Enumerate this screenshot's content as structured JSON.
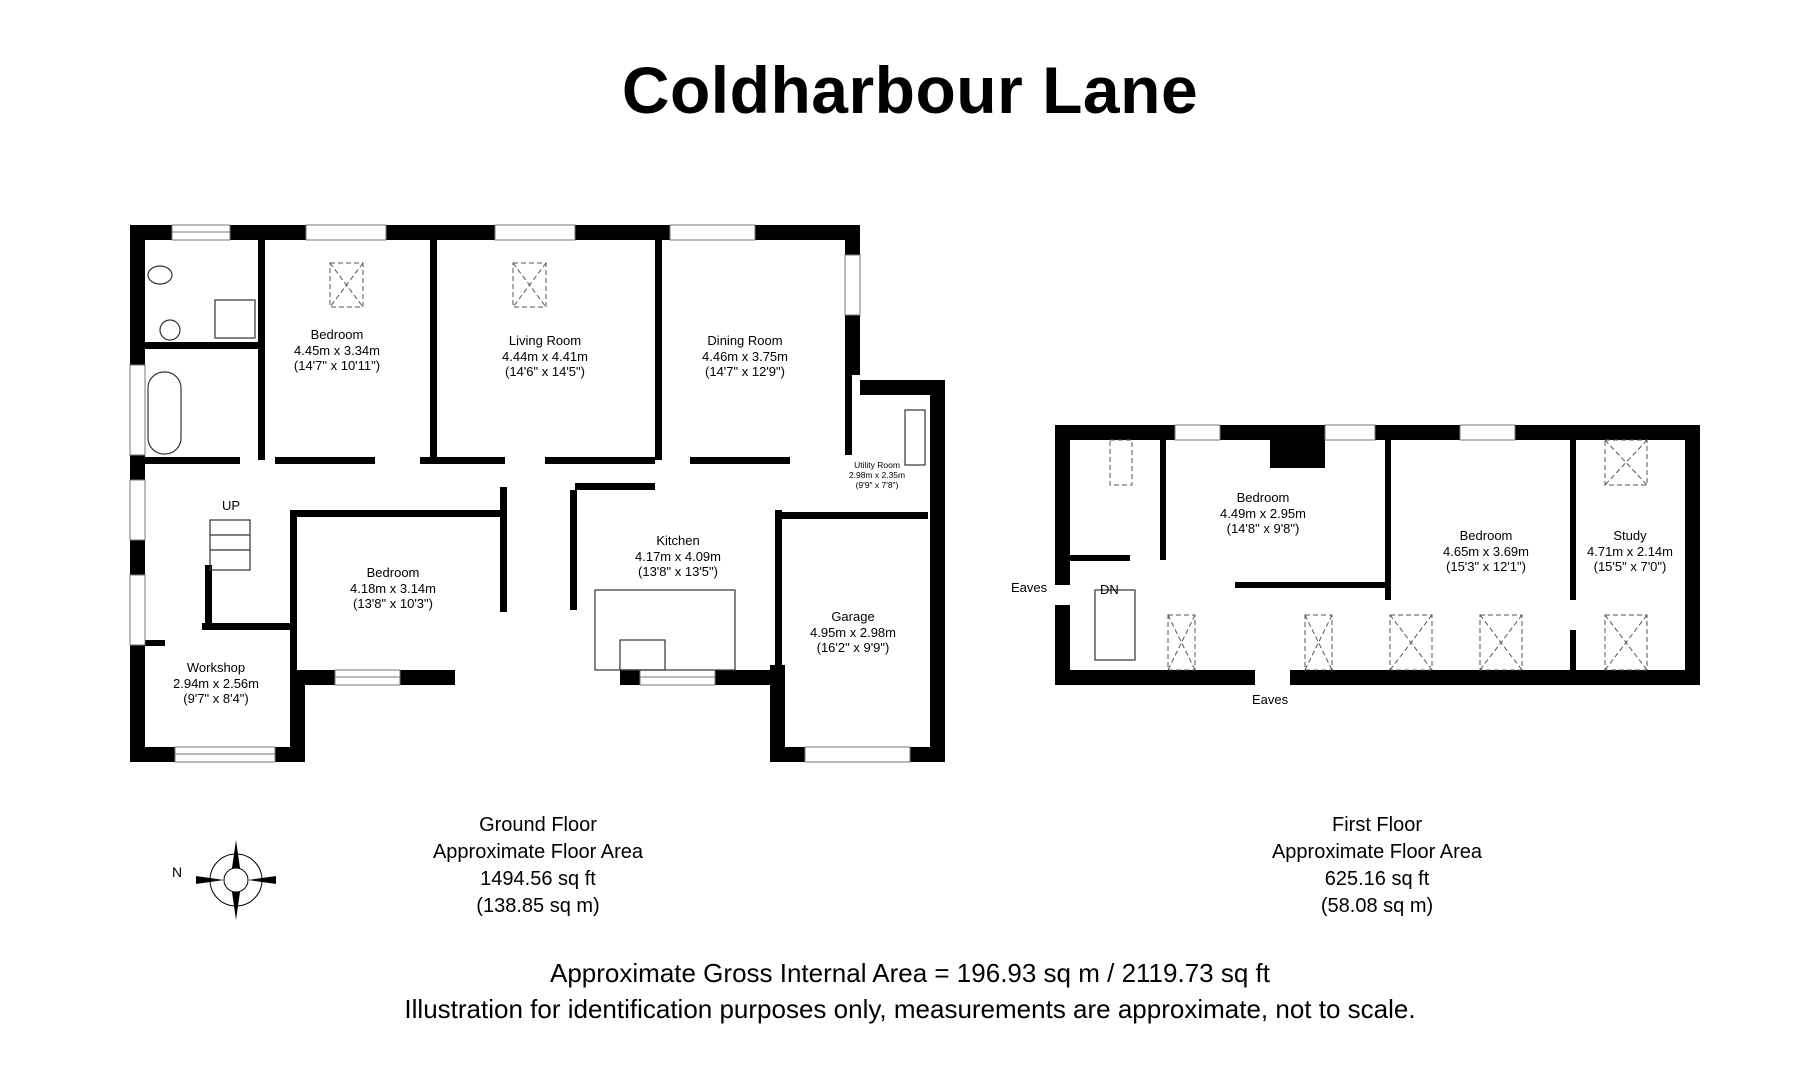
{
  "title": "Coldharbour Lane",
  "ground_floor": {
    "rooms": [
      {
        "name": "Bedroom",
        "metric": "4.45m x 3.34m",
        "imperial": "(14'7\" x 10'11\")"
      },
      {
        "name": "Living Room",
        "metric": "4.44m x 4.41m",
        "imperial": "(14'6\" x 14'5\")"
      },
      {
        "name": "Dining Room",
        "metric": "4.46m x 3.75m",
        "imperial": "(14'7\" x 12'9\")"
      },
      {
        "name": "Utility Room",
        "metric": "2.98m x 2.35m",
        "imperial": "(9'9\" x 7'8\")"
      },
      {
        "name": "Bedroom",
        "metric": "4.18m x 3.14m",
        "imperial": "(13'8\" x 10'3\")"
      },
      {
        "name": "Kitchen",
        "metric": "4.17m x 4.09m",
        "imperial": "(13'8\" x 13'5\")"
      },
      {
        "name": "Garage",
        "metric": "4.95m x 2.98m",
        "imperial": "(16'2\" x 9'9\")"
      },
      {
        "name": "Workshop",
        "metric": "2.94m x 2.56m",
        "imperial": "(9'7\" x 8'4\")"
      }
    ],
    "stairs_label": "UP",
    "summary": {
      "name": "Ground Floor",
      "caption": "Approximate Floor Area",
      "sqft": "1494.56 sq ft",
      "sqm": "(138.85 sq m)"
    }
  },
  "first_floor": {
    "rooms": [
      {
        "name": "Bedroom",
        "metric": "4.49m x 2.95m",
        "imperial": "(14'8\" x 9'8\")"
      },
      {
        "name": "Bedroom",
        "metric": "4.65m x 3.69m",
        "imperial": "(15'3\" x 12'1\")"
      },
      {
        "name": "Study",
        "metric": "4.71m x 2.14m",
        "imperial": "(15'5\" x 7'0\")"
      }
    ],
    "stairs_label": "DN",
    "eaves_labels": [
      "Eaves",
      "Eaves"
    ],
    "summary": {
      "name": "First Floor",
      "caption": "Approximate Floor Area",
      "sqft": "625.16 sq ft",
      "sqm": "(58.08 sq m)"
    }
  },
  "compass": {
    "north_label": "N",
    "icon": "compass-rose-icon"
  },
  "footer": {
    "gross_area": "Approximate Gross Internal Area = 196.93 sq m / 2119.73 sq ft",
    "disclaimer": "Illustration for identification purposes only, measurements are approximate, not to scale."
  }
}
